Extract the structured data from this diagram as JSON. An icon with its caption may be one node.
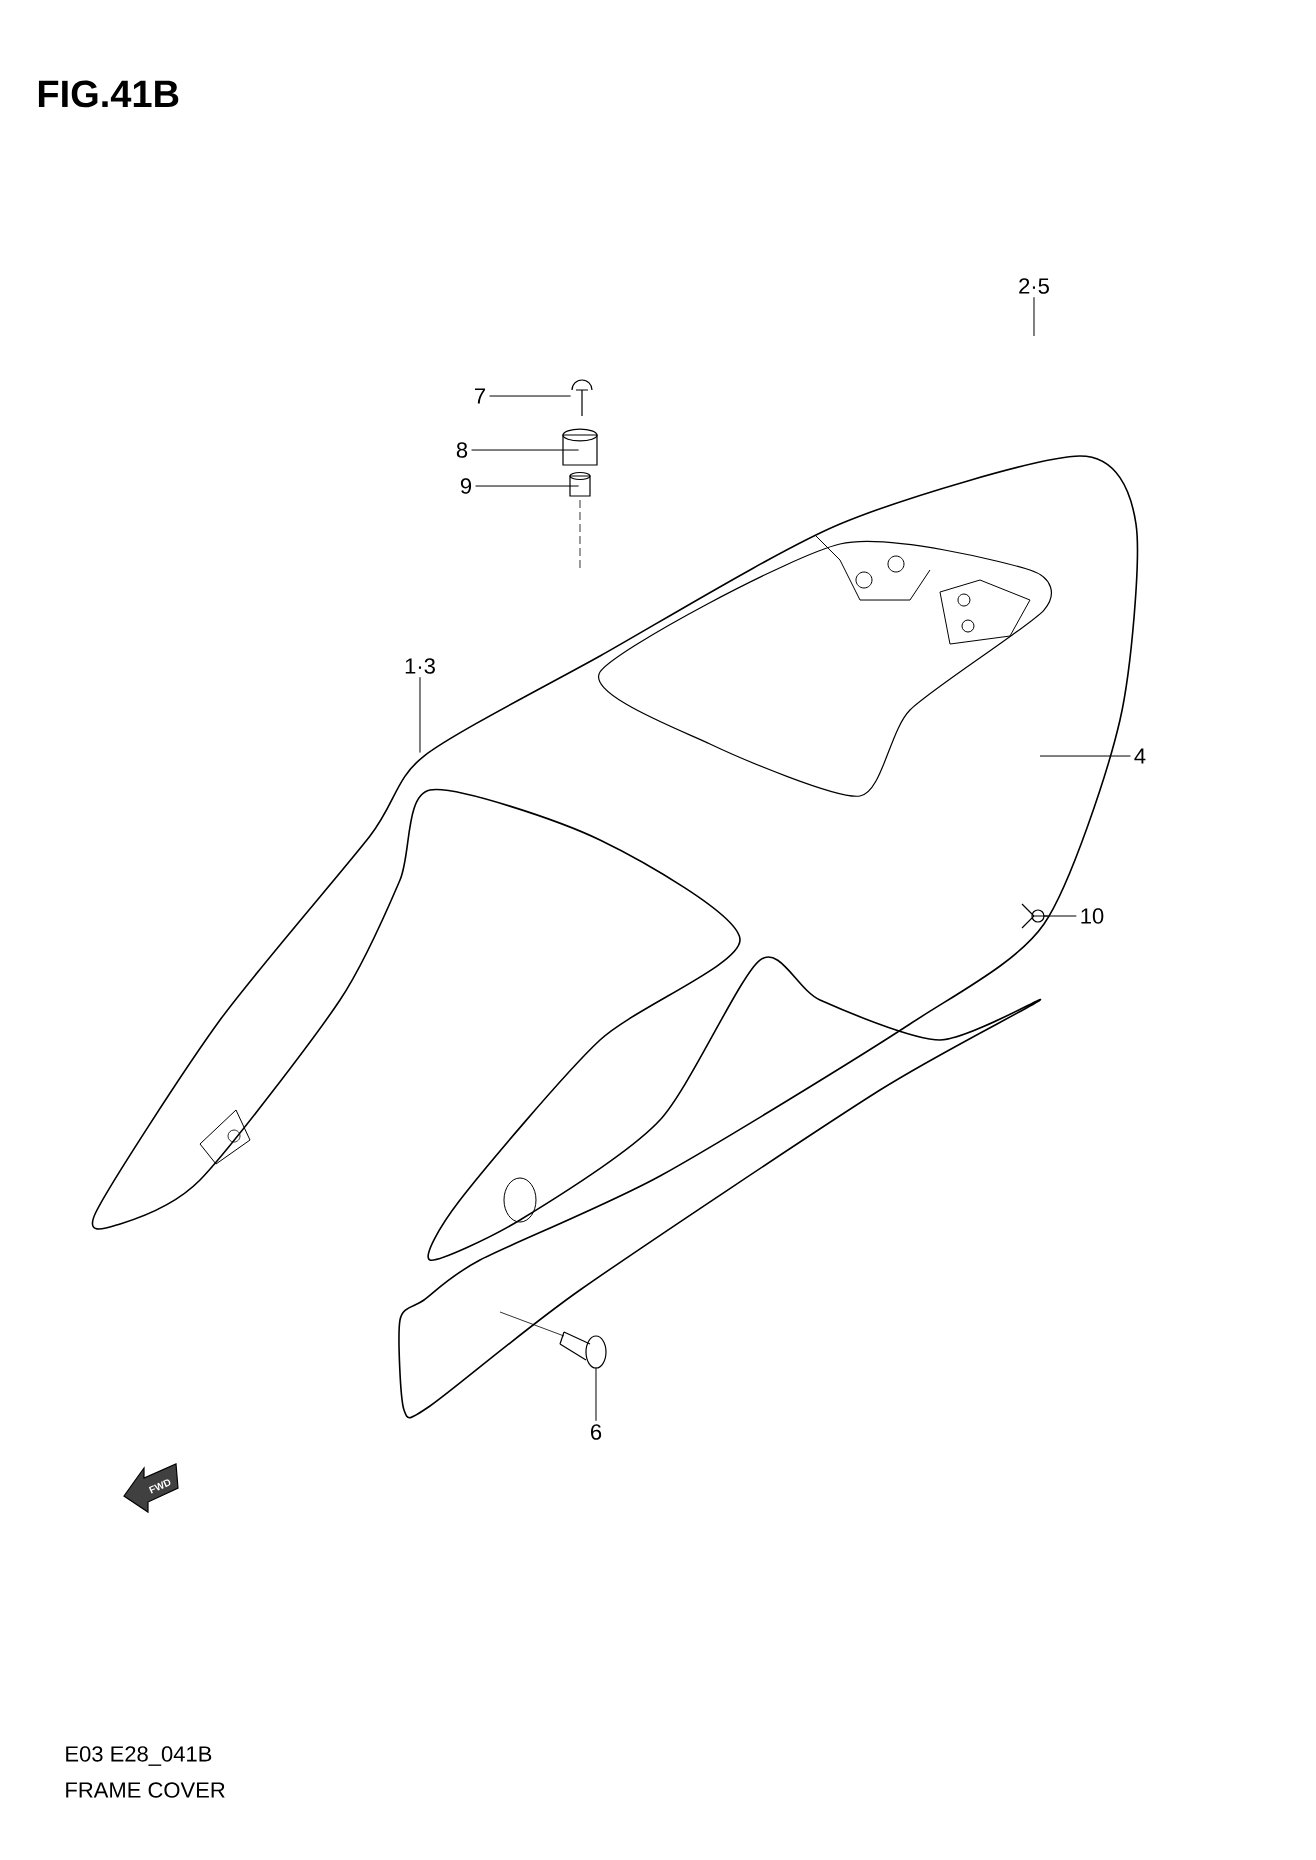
{
  "diagram": {
    "title": "FIG.41B",
    "nodes": [
      {
        "text": [
          "1·3"
        ]
      },
      {
        "text": [],
        "shape": "picture"
      },
      {
        "text": [
          "2·5"
        ]
      },
      {
        "text": [
          "7"
        ]
      },
      {
        "text": [],
        "shape": "picture"
      },
      {
        "text": [
          "8"
        ]
      },
      {
        "text": [],
        "shape": "cylinder"
      },
      {
        "text": [
          "9"
        ]
      },
      {
        "text": [],
        "shape": "cylinder"
      },
      {
        "text": [
          "4"
        ]
      },
      {
        "text": [
          "10"
        ]
      },
      {
        "text": [],
        "shape": "picture",
        "in": 1
      },
      {
        "text": [
          "6"
        ]
      },
      {
        "text": [],
        "shape": "picture"
      }
    ],
    "edges": [
      {
        "from": 0,
        "to": 1,
        "arrow": "none"
      },
      {
        "from": 2,
        "to": null,
        "arrow": "none"
      },
      {
        "from": 3,
        "to": 4,
        "arrow": "none"
      },
      {
        "from": 5,
        "to": 6,
        "arrow": "none"
      },
      {
        "from": 7,
        "to": 8,
        "arrow": "none"
      },
      {
        "from": 9,
        "to": 1,
        "arrow": "none"
      },
      {
        "from": 10,
        "to": 11,
        "arrow": "none"
      },
      {
        "from": 12,
        "to": 13,
        "arrow": "none"
      }
    ],
    "labels": [
      "FWD",
      "E03 E28_041B",
      "FRAME COVER"
    ]
  }
}
